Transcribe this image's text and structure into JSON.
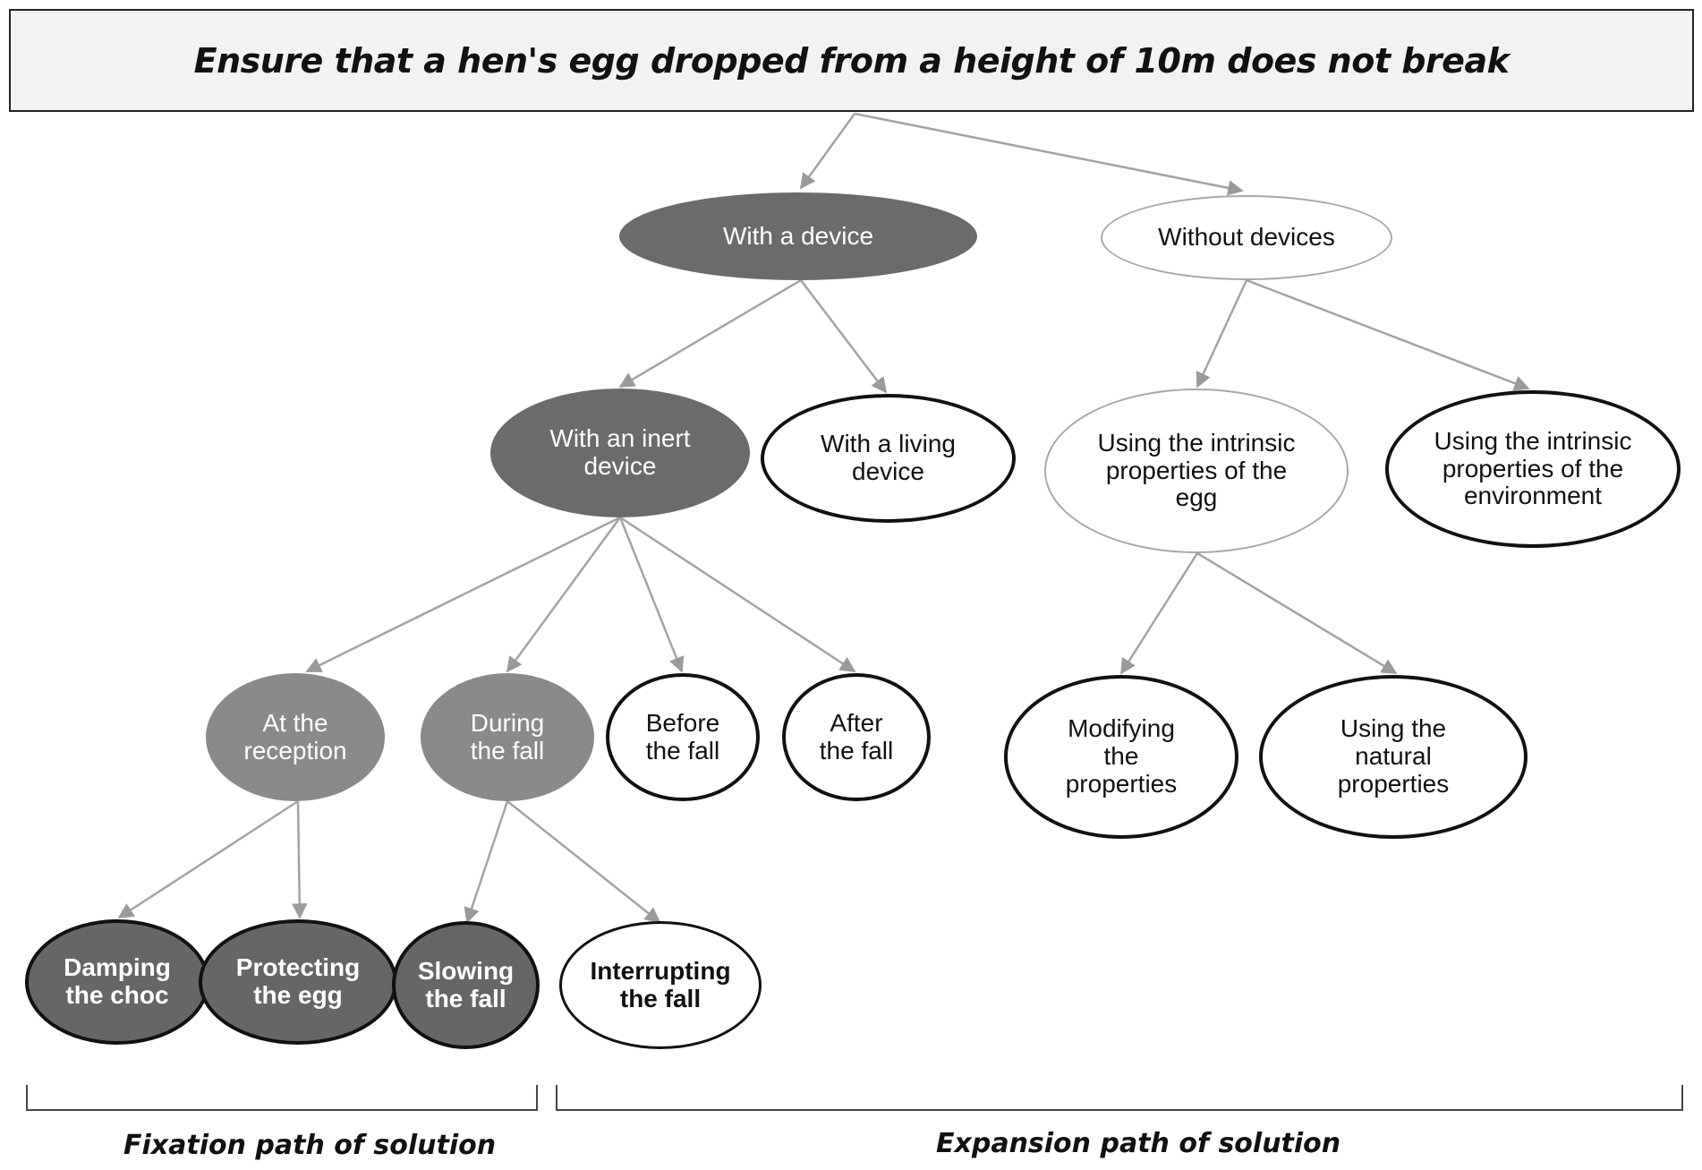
{
  "title": "Ensure that a hen's egg dropped from a height of 10m does not break",
  "nodes": {
    "with_device": "With a device",
    "without_devices": "Without devices",
    "inert_device": "With an inert\ndevice",
    "living_device": "With a living\ndevice",
    "intrinsic_egg": "Using the intrinsic\nproperties of the\negg",
    "intrinsic_env": "Using the intrinsic\nproperties of the\nenvironment",
    "at_reception": "At the\nreception",
    "during_fall": "During\nthe fall",
    "before_fall": "Before\nthe fall",
    "after_fall": "After\nthe fall",
    "modifying": "Modifying\nthe\nproperties",
    "natural": "Using the\nnatural\nproperties",
    "damping": "Damping\nthe choc",
    "protecting": "Protecting\nthe egg",
    "slowing": "Slowing\nthe fall",
    "interrupting": "Interrupting\nthe fall"
  },
  "captions": {
    "fixation": "Fixation path of solution",
    "expansion": "Expansion path of solution"
  }
}
